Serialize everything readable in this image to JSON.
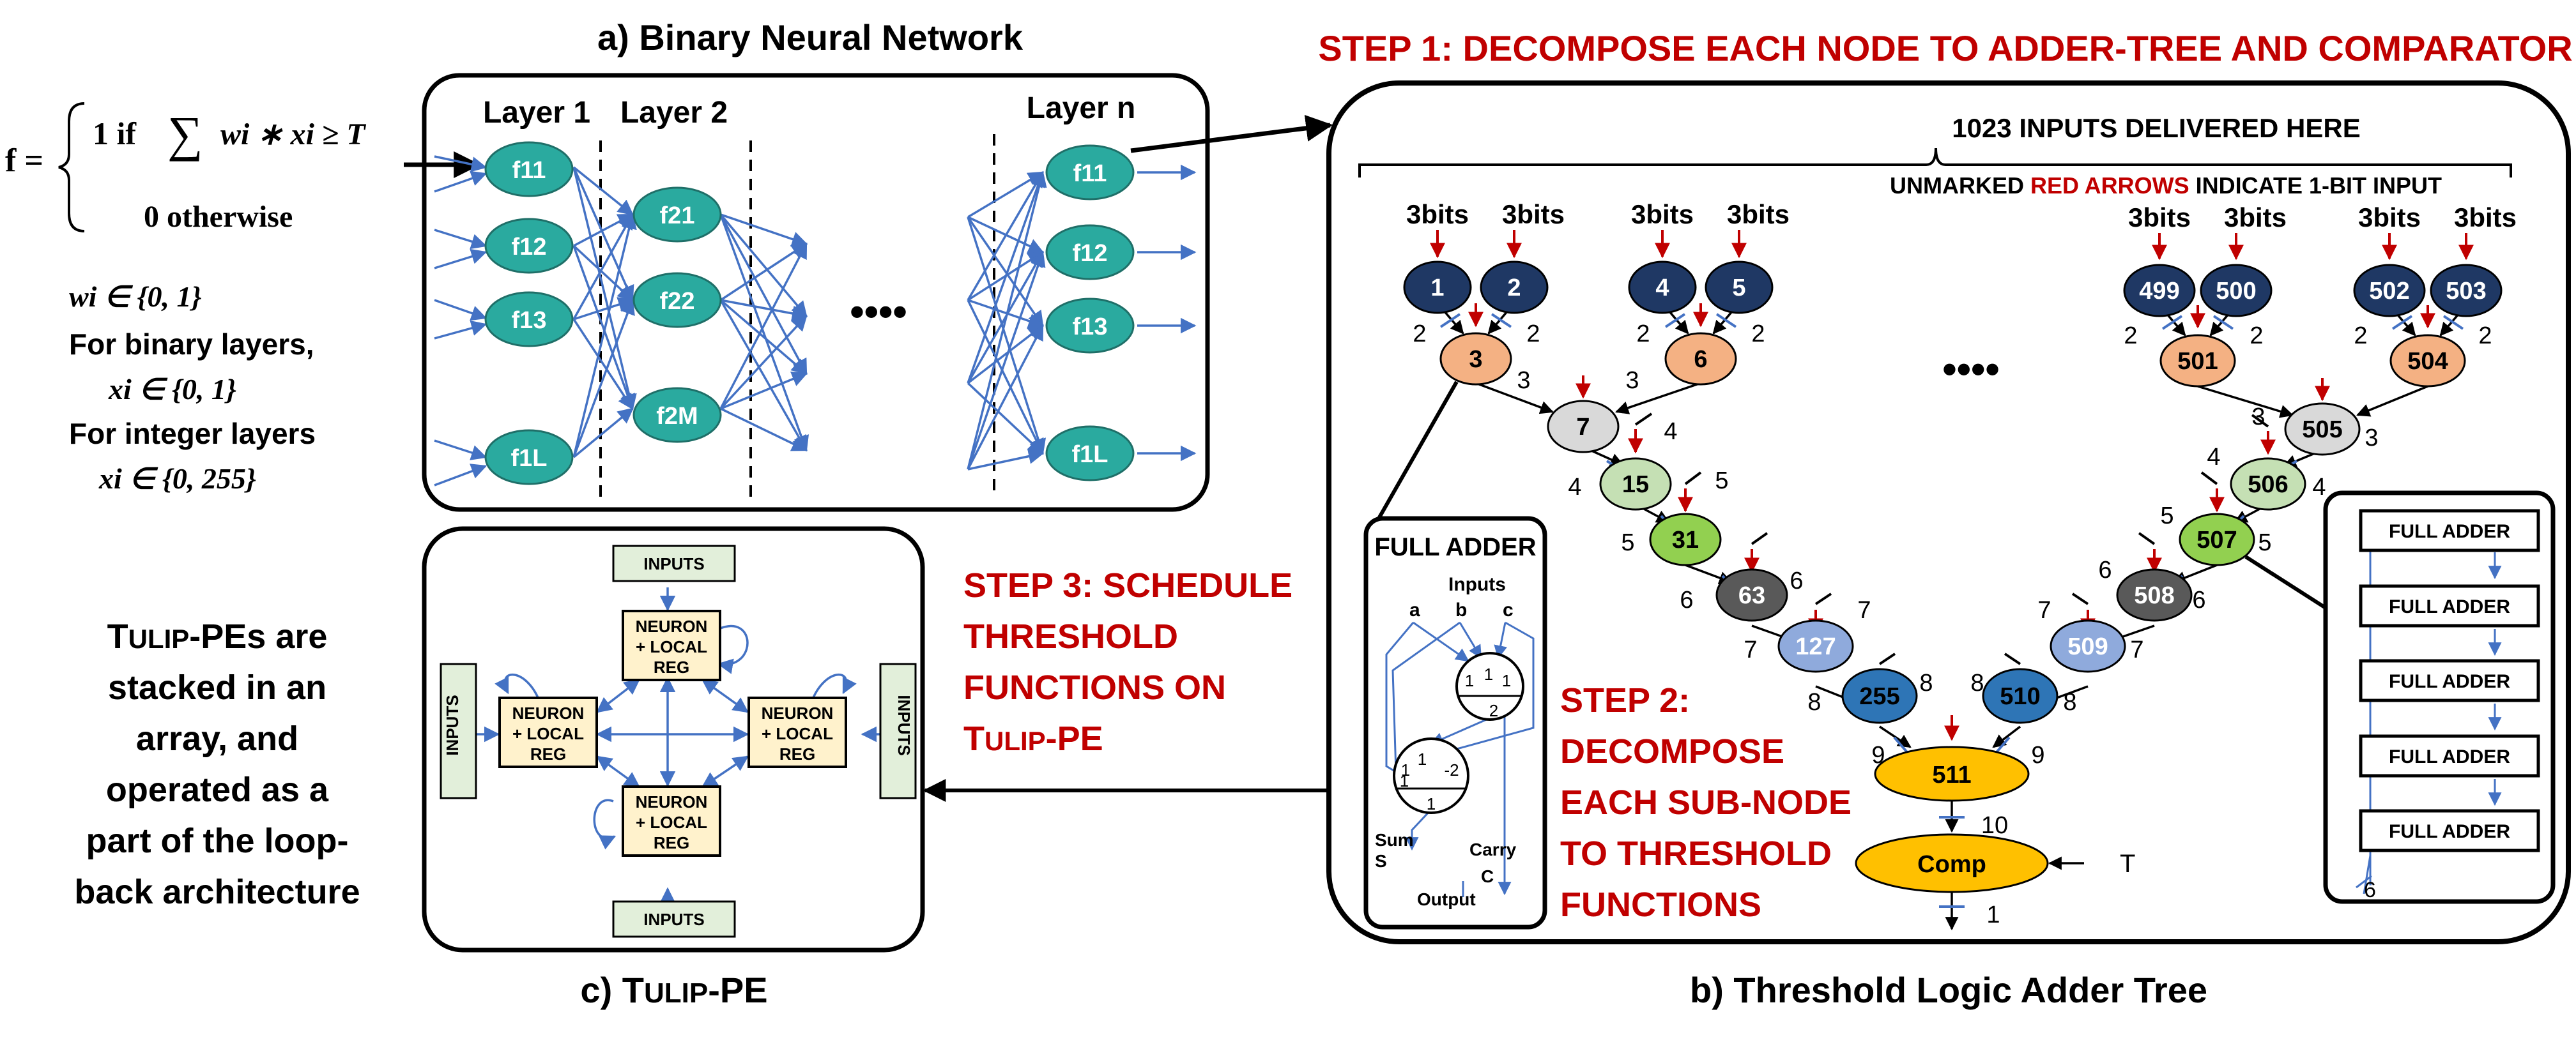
{
  "formula": {
    "lhs": "f =",
    "case1": "1 if",
    "sum": "∑",
    "term": "wi ∗ xi ≥ T",
    "case2": "0 otherwise",
    "w_domain": "wi ∈ {0, 1}",
    "binary_label": "For binary layers,",
    "binary_domain": "xi ∈ {0, 1}",
    "integer_label": "For integer layers",
    "integer_domain": "xi ∈ {0, 255}"
  },
  "panel_a": {
    "title": "a) Binary Neural Network",
    "layer1": "Layer 1",
    "layer2": "Layer 2",
    "layern": "Layer n",
    "dots": "••••",
    "nodes_l1": [
      "f11",
      "f12",
      "f13",
      "f1L"
    ],
    "nodes_l2": [
      "f21",
      "f22",
      "f2M"
    ],
    "nodes_ln": [
      "f11",
      "f12",
      "f13",
      "f1L"
    ]
  },
  "panel_b": {
    "step1": "STEP 1: DECOMPOSE EACH NODE TO ADDER-TREE AND COMPARATOR",
    "inputs_title": "1023 INPUTS DELIVERED HERE",
    "note_pre": "UNMARKED",
    "note_red": "RED ARROWS",
    "note_post": "INDICATE 1-BIT INPUT",
    "bits": "3bits",
    "dots": "••••",
    "caption": "b) Threshold Logic Adder Tree",
    "comp_label": "Comp",
    "t_label": "T",
    "nodes": {
      "n1": "1",
      "n2": "2",
      "n4": "4",
      "n5": "5",
      "n3": "3",
      "n6": "6",
      "n7": "7",
      "n15": "15",
      "n31": "31",
      "n63": "63",
      "n127": "127",
      "n255": "255",
      "n511": "511",
      "n499": "499",
      "n500": "500",
      "n502": "502",
      "n503": "503",
      "n501": "501",
      "n504": "504",
      "n505": "505",
      "n506": "506",
      "n507": "507",
      "n508": "508",
      "n509": "509",
      "n510": "510"
    },
    "edge_labels": {
      "e2": "2",
      "e3": "3",
      "e4": "4",
      "e5": "5",
      "e6": "6",
      "e7": "7",
      "e8": "8",
      "e9": "9",
      "e10": "10",
      "e1": "1"
    }
  },
  "full_adder": {
    "title": "FULL ADDER",
    "inputs": "Inputs",
    "a": "a",
    "b": "b",
    "c": "c",
    "top_vals": [
      "1",
      "1",
      "1"
    ],
    "top_thresh": "2",
    "bot_vals": [
      "1",
      "1",
      "1",
      "-2"
    ],
    "bot_thresh": "1",
    "sum": "Sum",
    "s": "S",
    "carry": "Carry",
    "c_out": "C",
    "output": "Output"
  },
  "chain": {
    "items": [
      "FULL ADDER",
      "FULL ADDER",
      "FULL ADDER",
      "FULL ADDER",
      "FULL ADDER"
    ],
    "width_label": "6"
  },
  "step2": [
    "STEP 2:",
    "DECOMPOSE",
    "EACH SUB-NODE",
    "TO THRESHOLD",
    "FUNCTIONS"
  ],
  "step3": {
    "lines": [
      "STEP 3: SCHEDULE",
      "THRESHOLD",
      "FUNCTIONS ON"
    ],
    "tulip_big": "T",
    "tulip_small": "ULIP",
    "tulip_suffix": "-PE"
  },
  "panel_c": {
    "inputs": "INPUTS",
    "neuron": [
      "NEURON",
      "+ LOCAL",
      "REG"
    ],
    "caption_pre": "c) T",
    "caption_small": "ULIP",
    "caption_post": "-PE"
  },
  "left_text": {
    "line1_big": "T",
    "line1_small": "ULIP",
    "line1_post": "-PEs are",
    "lines": [
      "stacked in an",
      "array, and",
      "operated as a",
      "part of the loop-",
      "back architecture"
    ]
  },
  "colors": {
    "navy": "#1f3864",
    "peach": "#f4b183",
    "lightgray": "#d9d9d9",
    "lightgreen": "#c5e0b4",
    "green": "#92d050",
    "darkgray": "#595959",
    "steel": "#8faadc",
    "blue": "#2e75b6",
    "gold": "#ffc000",
    "teal": "#2aaa9f",
    "red": "#c00000",
    "arrowblue": "#4472c4",
    "inputs_box": "#e2efda",
    "neuron_box": "#fff2cc"
  }
}
